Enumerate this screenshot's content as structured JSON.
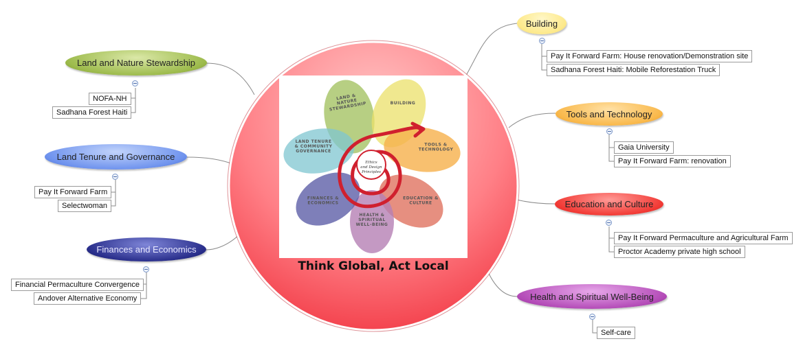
{
  "center": {
    "title": "Think Global, Act Local",
    "flower_center": "Ethics and Design Principles",
    "petals": [
      {
        "label": "LAND & NATURE STEWARDSHIP",
        "color": "#9fbf5a"
      },
      {
        "label": "BUILDING",
        "color": "#ebe06a"
      },
      {
        "label": "TOOLS & TECHNOLOGY",
        "color": "#f6b04b"
      },
      {
        "label": "EDUCATION & CULTURE",
        "color": "#e07360"
      },
      {
        "label": "HEALTH & SPIRITUAL WELL-BEING",
        "color": "#b57fb4"
      },
      {
        "label": "FINANCES & ECONOMICS",
        "color": "#5e5fa8"
      },
      {
        "label": "LAND TENURE & COMMUNITY GOVERNANCE",
        "color": "#7fc6d0"
      }
    ]
  },
  "branches": {
    "building": {
      "label": "Building",
      "color": "#fde98a",
      "items": [
        "Pay It Forward Farm: House renovation/Demonstration site",
        "Sadhana Forest Haiti: Mobile Reforestation Truck"
      ]
    },
    "tools": {
      "label": "Tools and Technology",
      "color": "#f9b84a",
      "items": [
        "Gaia University",
        "Pay It Forward Farm: renovation"
      ]
    },
    "education": {
      "label": "Education and Culture",
      "color": "#f23a35",
      "items": [
        "Pay It Forward Permaculture and Agricultural Farm",
        "Proctor Academy private high school"
      ]
    },
    "health": {
      "label": "Health and Spiritual Well-Being",
      "color": "#b44cb8",
      "items": [
        "Self-care"
      ]
    },
    "land_nature": {
      "label": "Land and Nature Stewardship",
      "color": "#9dbb4c",
      "items": [
        "NOFA-NH",
        "Sadhana Forest Haiti"
      ]
    },
    "land_tenure": {
      "label": "Land Tenure and Governance",
      "color": "#6f93ee",
      "items": [
        "Pay It Forward Farm",
        "Selectwoman"
      ]
    },
    "finances": {
      "label": "Finances and Economics",
      "color": "#2a2f8c",
      "items": [
        "Financial Permaculture Convergence",
        "Andover Alternative Economy"
      ]
    }
  }
}
